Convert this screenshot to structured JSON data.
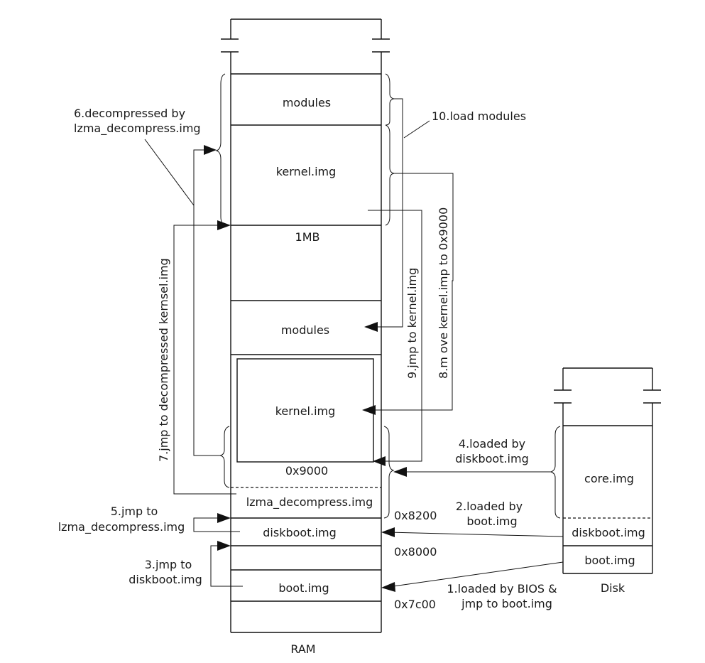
{
  "ram": {
    "label": "RAM",
    "blocks": {
      "modules_high": "modules",
      "kernel_high": "kernel.img",
      "one_mb": "1MB",
      "modules_low": "modules",
      "kernel_low": "kernel.img",
      "addr_9000_inside": "0x9000",
      "lzma": "lzma_decompress.img",
      "diskboot": "diskboot.img",
      "boot": "boot.img"
    },
    "addresses": {
      "a8200": "0x8200",
      "a8000": "0x8000",
      "a7c00": "0x7c00"
    }
  },
  "disk": {
    "label": "Disk",
    "blocks": {
      "core": "core.img",
      "diskboot": "diskboot.img",
      "boot": "boot.img"
    }
  },
  "steps": {
    "s1_line1": "1.loaded by BIOS &",
    "s1_line2": "jmp to boot.img",
    "s2_line1": "2.loaded by",
    "s2_line2": "boot.img",
    "s3_line1": "3.jmp to",
    "s3_line2": "diskboot.img",
    "s4_line1": "4.loaded by",
    "s4_line2": "diskboot.img",
    "s5_line1": "5.jmp to",
    "s5_line2": "lzma_decompress.img",
    "s6_line1": "6.decompressed by",
    "s6_line2": "lzma_decompress.img",
    "s7": "7.jmp to decompressed kernsel.img",
    "s8": "8.m ove kernel.imp to 0x9000",
    "s9": "9.jmp to kernel.img",
    "s10": "10.load modules"
  }
}
